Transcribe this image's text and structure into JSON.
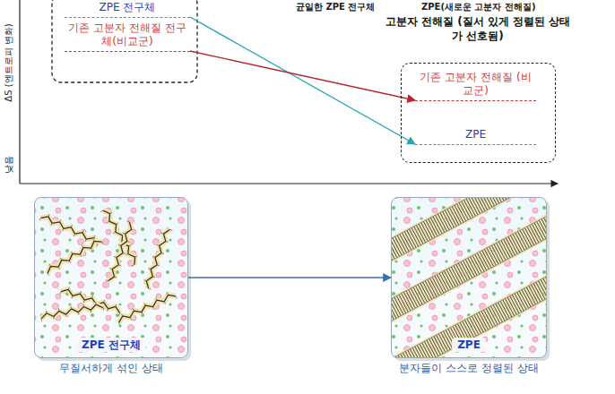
{
  "diagram": {
    "nodes": [
      {
        "text": [
          "ZPE 전구체"
        ]
      },
      {
        "text": [
          "기존 고분자 전해질 전구체(비교군)"
        ]
      },
      {
        "text": [
          "고분자 전해질 (질서 있게 정렬된 상태가 선호됨)"
        ]
      },
      {
        "text": [
          "기존 고분자 전해질 (비교군)"
        ],
        "in": 2
      },
      {
        "text": [
          "ZPE"
        ],
        "in": 2
      },
      {
        "text": [
          "ZPE 전구체",
          "무질서하게 섞인 상태"
        ]
      },
      {
        "text": [
          "ZPE",
          "분자들이 스스로 정렬된 상태"
        ]
      }
    ],
    "edges": [
      {
        "from": 0,
        "to": 4,
        "arrow": "to"
      },
      {
        "from": 1,
        "to": 3,
        "arrow": "to"
      },
      {
        "from": 5,
        "to": 6,
        "arrow": "to"
      }
    ],
    "labels": [
      "ΔS (엔트로피 변화)",
      "낮음",
      "균일한 ZPE 전구체",
      "ZPE(새로운 고분자 전해질)"
    ]
  }
}
